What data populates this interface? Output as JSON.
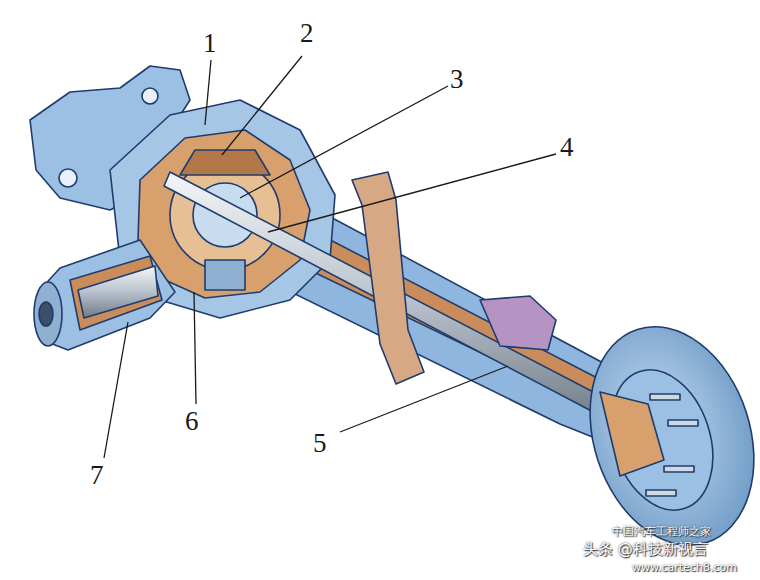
{
  "diagram": {
    "labels": [
      "1",
      "2",
      "3",
      "4",
      "5",
      "6",
      "7",
      "中国汽车工程师之家",
      "头条 @科技新视言",
      "www.cartech8.com"
    ]
  }
}
